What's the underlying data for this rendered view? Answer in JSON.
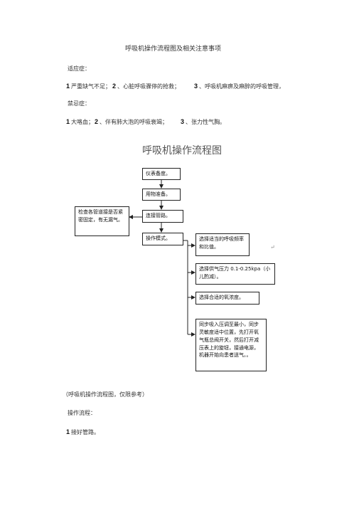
{
  "doc": {
    "title": "呼吸机操作流程图及相关注意事项",
    "indications_label": "适应症：",
    "indications": [
      {
        "num": "1",
        "text": "严重缺气不足；"
      },
      {
        "num": "2",
        "text": "、心脏呼吸骤停的抢救；"
      },
      {
        "num": "3",
        "text": "、呼吸机麻痹及麻醉的呼吸管理，"
      }
    ],
    "contra_label": "禁忌症：",
    "contraindications": [
      {
        "num": "1",
        "text": "大咯血；"
      },
      {
        "num": "2",
        "text": "、伴有肺大泡的呼吸衰竭；"
      },
      {
        "num": "3",
        "text": "、张力性气胸。"
      }
    ],
    "flow_title": "呼吸机操作流程图",
    "flow": {
      "step1": "仪表备度。",
      "step2": "用物准备。",
      "step3": "连接管路。",
      "step4": "操作模式。",
      "check_box": "检查各管道接是否紧密固定，有无漏气。",
      "opt1": "选择适当的呼吸频率和比值。",
      "opt2": "选择供气压力 0.1-0.25kpa（小儿酌减）。",
      "opt3": "选择合适的氧浓度。",
      "opt4": "同步吸入压调至最小，同步灵敏度适中位置，先打开氧气瓶总阀开关，然后打开减压表上的旋钮，接通电源，机器开始向患者送气。。",
      "return_mark": "↵"
    },
    "caption": "（呼吸机操作流程图，仅限参考）",
    "procedure_label": "操作流程：",
    "procedure_first": {
      "num": "1",
      "text": "接好管路。"
    }
  }
}
